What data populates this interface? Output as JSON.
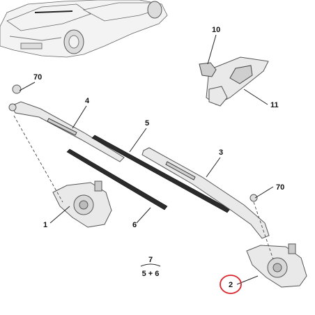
{
  "diagram": {
    "callouts": [
      {
        "id": "c10",
        "label": "10"
      },
      {
        "id": "c11",
        "label": "11"
      },
      {
        "id": "c70a",
        "label": "70"
      },
      {
        "id": "c4",
        "label": "4"
      },
      {
        "id": "c5",
        "label": "5"
      },
      {
        "id": "c3",
        "label": "3"
      },
      {
        "id": "c70b",
        "label": "70"
      },
      {
        "id": "c1",
        "label": "1"
      },
      {
        "id": "c6",
        "label": "6"
      },
      {
        "id": "c2",
        "label": "2"
      }
    ],
    "kit": {
      "top": "7",
      "bottom": "5 + 6"
    },
    "highlight_color": "#d9262c"
  }
}
